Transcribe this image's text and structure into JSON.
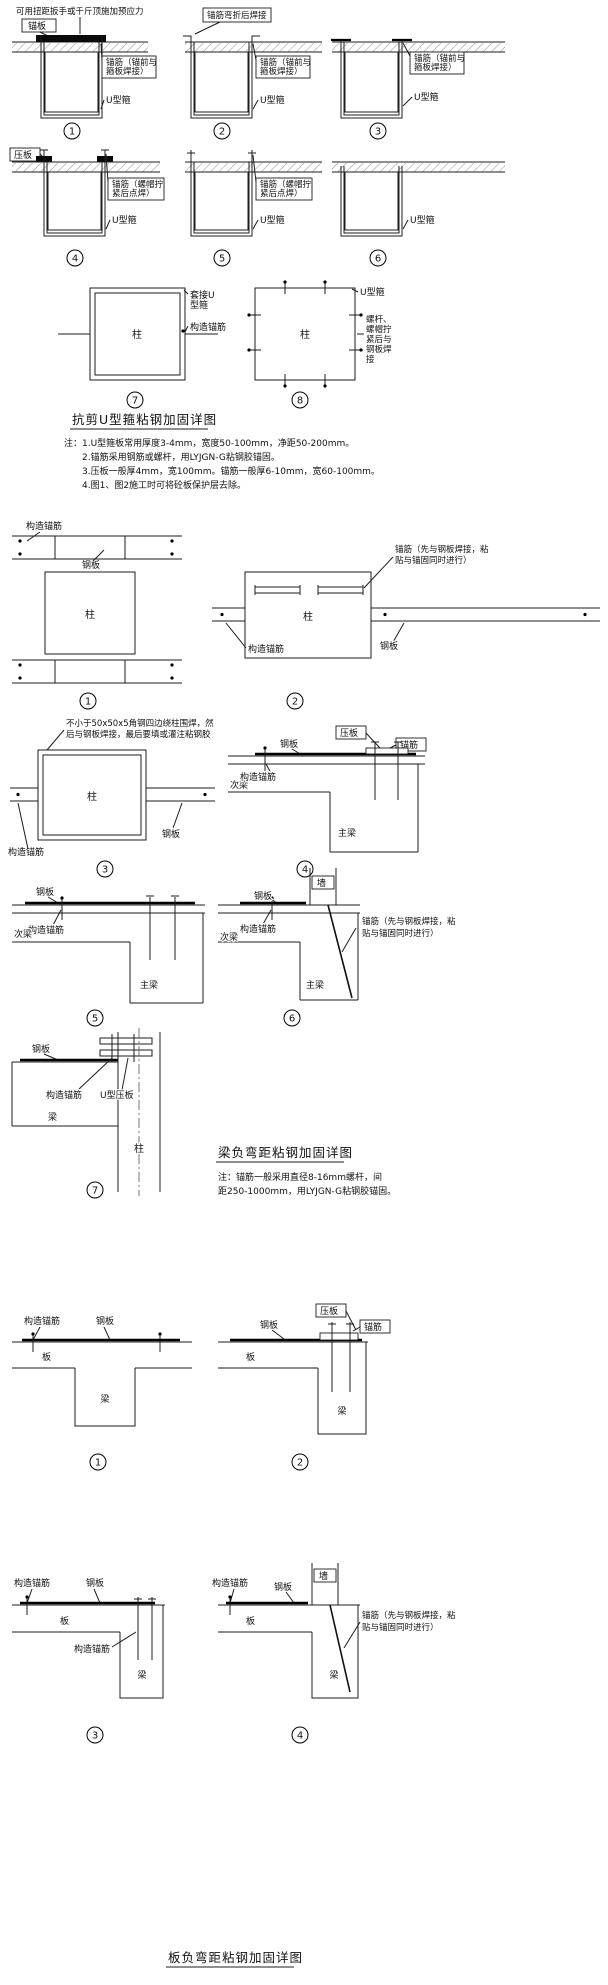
{
  "s1": {
    "title": "抗剪U型箍粘钢加固详图",
    "note1": "注：1.U型箍板常用厚度3-4mm，宽度50-100mm，净距50-200mm。",
    "note2": "2.锚筋采用钢筋或螺杆，用LYJGN-G粘钢胶锚固。",
    "note3": "3.压板一般厚4mm，宽100mm。锚筋一般厚6-10mm，宽60-100mm。",
    "note4": "4.图1、图2施工时可将砼板保护层去除。",
    "d1": {
      "top_note": "可用扭距扳手或千斤顶施加预应力",
      "anchor_plate": "锚板",
      "bar1": "锚筋（锚前与",
      "bar2": "箍板焊接）",
      "hoop": "U型箍",
      "num": "1"
    },
    "d2": {
      "bend_note": "锚筋弯折后焊接",
      "bar1": "锚筋（锚前与",
      "bar2": "箍板焊接）",
      "hoop": "U型箍",
      "num": "2"
    },
    "d3": {
      "bar1": "锚筋（锚前与",
      "bar2": "箍板焊接）",
      "hoop": "U型箍",
      "num": "3"
    },
    "d4": {
      "plate": "压板",
      "bar1": "锚筋（螺帽拧",
      "bar2": "紧后点焊）",
      "hoop": "U型箍",
      "num": "4"
    },
    "d5": {
      "bar1": "锚筋（螺帽拧",
      "bar2": "紧后点焊）",
      "hoop": "U型箍",
      "num": "5"
    },
    "d6": {
      "hoop": "U型箍",
      "num": "6"
    },
    "d7": {
      "sleeve1": "套接U",
      "sleeve2": "型箍",
      "anchor": "构造锚筋",
      "col": "柱",
      "num": "7"
    },
    "d8": {
      "hoop": "U型箍",
      "bolt1": "螺杆、",
      "bolt2": "螺帽拧",
      "bolt3": "紧后与",
      "bolt4": "钢板焊",
      "bolt5": "接",
      "col": "柱",
      "num": "8"
    }
  },
  "s2": {
    "title": "梁负弯距粘钢加固详图",
    "note1": "注：锚筋一般采用直径8-16mm螺杆，间",
    "note2": "距250-1000mm，用LYJGN-G粘钢胶锚固。",
    "d1": {
      "anchor": "构造锚筋",
      "plate": "钢板",
      "col": "柱",
      "num": "1"
    },
    "d2": {
      "bar1": "锚筋（先与钢板焊接，粘",
      "bar2": "贴与锚固同时进行）",
      "col": "柱",
      "plate": "钢板",
      "anchor": "构造锚筋",
      "num": "2"
    },
    "d3": {
      "note1": "不小于50x50x5角钢四边绕柱围焊，然",
      "note2": "后与钢板焊接，最后要填或灌注粘钢胶",
      "col": "柱",
      "anchor": "构造锚筋",
      "plate": "钢板",
      "num": "3"
    },
    "d4": {
      "plate": "钢板",
      "press": "压板",
      "bar": "锚筋",
      "anchor": "构造锚筋",
      "sec": "次梁",
      "main": "主梁",
      "num": "4"
    },
    "d5": {
      "plate": "钢板",
      "anchor": "构造锚筋",
      "sec": "次梁",
      "main": "主梁",
      "num": "5"
    },
    "d6": {
      "plate": "钢板",
      "wall": "墙",
      "anchor": "构造锚筋",
      "bar1": "锚筋（先与钢板焊接，粘",
      "bar2": "贴与锚固同时进行）",
      "sec": "次梁",
      "main": "主梁",
      "num": "6"
    },
    "d7": {
      "plate": "钢板",
      "anchor": "构造锚筋",
      "clamp": "U型压板",
      "beam": "梁",
      "col": "柱",
      "num": "7"
    }
  },
  "s3": {
    "title": "板负弯距粘钢加固详图",
    "d1": {
      "anchor": "构造锚筋",
      "plate": "钢板",
      "slab": "板",
      "beam": "梁",
      "num": "1"
    },
    "d2": {
      "plate": "钢板",
      "press": "压板",
      "bar": "锚筋",
      "slab": "板",
      "beam": "梁",
      "num": "2"
    },
    "d3": {
      "anchor": "构造锚筋",
      "plate": "钢板",
      "slab": "板",
      "anchor2": "构造锚筋",
      "beam": "梁",
      "num": "3"
    },
    "d4": {
      "anchor": "构造锚筋",
      "plate": "钢板",
      "wall": "墙",
      "bar1": "锚筋（先与钢板焊接，粘",
      "bar2": "贴与锚固同时进行）",
      "slab": "板",
      "beam": "梁",
      "num": "4"
    }
  }
}
